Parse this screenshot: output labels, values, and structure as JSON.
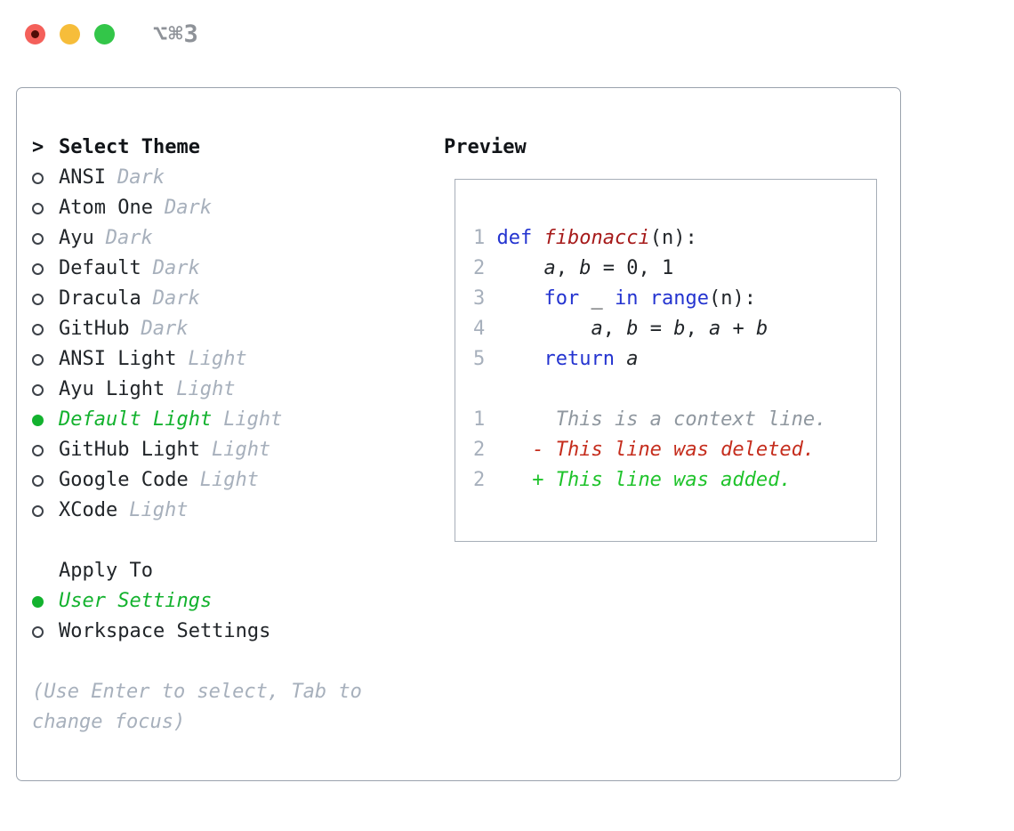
{
  "titlebar": {
    "shortcut": "⌥⌘3"
  },
  "panel": {
    "select_theme": {
      "prompt": ">",
      "title": "Select Theme",
      "items": [
        {
          "name": "ANSI",
          "tag": "Dark",
          "selected": false
        },
        {
          "name": "Atom One",
          "tag": "Dark",
          "selected": false
        },
        {
          "name": "Ayu",
          "tag": "Dark",
          "selected": false
        },
        {
          "name": "Default",
          "tag": "Dark",
          "selected": false
        },
        {
          "name": "Dracula",
          "tag": "Dark",
          "selected": false
        },
        {
          "name": "GitHub",
          "tag": "Dark",
          "selected": false
        },
        {
          "name": "ANSI Light",
          "tag": "Light",
          "selected": false
        },
        {
          "name": "Ayu Light",
          "tag": "Light",
          "selected": false
        },
        {
          "name": "Default Light",
          "tag": "Light",
          "selected": true
        },
        {
          "name": "GitHub Light",
          "tag": "Light",
          "selected": false
        },
        {
          "name": "Google Code",
          "tag": "Light",
          "selected": false
        },
        {
          "name": "XCode",
          "tag": "Light",
          "selected": false
        }
      ]
    },
    "apply_to": {
      "title": "Apply To",
      "items": [
        {
          "name": "User Settings",
          "selected": true
        },
        {
          "name": "Workspace Settings",
          "selected": false
        }
      ]
    },
    "hint_lines": [
      "(Use Enter to select, Tab to",
      "change focus)"
    ]
  },
  "preview": {
    "title": "Preview",
    "lines": [
      [
        {
          "t": "1 ",
          "c": "ln"
        },
        {
          "t": "def ",
          "c": "kw"
        },
        {
          "t": "fibonacci",
          "c": "fn"
        },
        {
          "t": "(n):",
          "c": "pl"
        }
      ],
      [
        {
          "t": "2 ",
          "c": "ln"
        },
        {
          "t": "    ",
          "c": "pl"
        },
        {
          "t": "a",
          "c": "var"
        },
        {
          "t": ", ",
          "c": "pl"
        },
        {
          "t": "b",
          "c": "var"
        },
        {
          "t": " = 0, 1",
          "c": "pl"
        }
      ],
      [
        {
          "t": "3 ",
          "c": "ln"
        },
        {
          "t": "    ",
          "c": "pl"
        },
        {
          "t": "for",
          "c": "kw"
        },
        {
          "t": " _ ",
          "c": "pl"
        },
        {
          "t": "in",
          "c": "kw"
        },
        {
          "t": " ",
          "c": "pl"
        },
        {
          "t": "range",
          "c": "kw"
        },
        {
          "t": "(n):",
          "c": "pl"
        }
      ],
      [
        {
          "t": "4 ",
          "c": "ln"
        },
        {
          "t": "        ",
          "c": "pl"
        },
        {
          "t": "a",
          "c": "var"
        },
        {
          "t": ", ",
          "c": "pl"
        },
        {
          "t": "b",
          "c": "var"
        },
        {
          "t": " = ",
          "c": "pl"
        },
        {
          "t": "b",
          "c": "var"
        },
        {
          "t": ", ",
          "c": "pl"
        },
        {
          "t": "a",
          "c": "var"
        },
        {
          "t": " + ",
          "c": "pl"
        },
        {
          "t": "b",
          "c": "var"
        }
      ],
      [
        {
          "t": "5 ",
          "c": "ln"
        },
        {
          "t": "    ",
          "c": "pl"
        },
        {
          "t": "return",
          "c": "kw"
        },
        {
          "t": " ",
          "c": "pl"
        },
        {
          "t": "a",
          "c": "var"
        }
      ],
      [],
      [
        {
          "t": "1 ",
          "c": "ln"
        },
        {
          "t": "     This is a context line.",
          "c": "ctx"
        }
      ],
      [
        {
          "t": "2 ",
          "c": "ln"
        },
        {
          "t": "   - This line was deleted.",
          "c": "del"
        }
      ],
      [
        {
          "t": "2 ",
          "c": "ln"
        },
        {
          "t": "   + This line was added.",
          "c": "add"
        }
      ]
    ]
  },
  "colors": {
    "selection_green": "#13b22e",
    "added_green": "#1fc32b",
    "deleted_red": "#c52d1d",
    "keyword_blue": "#2434d0",
    "function_red": "#a61a1a",
    "muted_gray": "#a7b0bc",
    "text_black": "#212529",
    "traffic_red": "#f4605a",
    "traffic_yellow": "#f6bd3a",
    "traffic_green": "#33c649"
  }
}
